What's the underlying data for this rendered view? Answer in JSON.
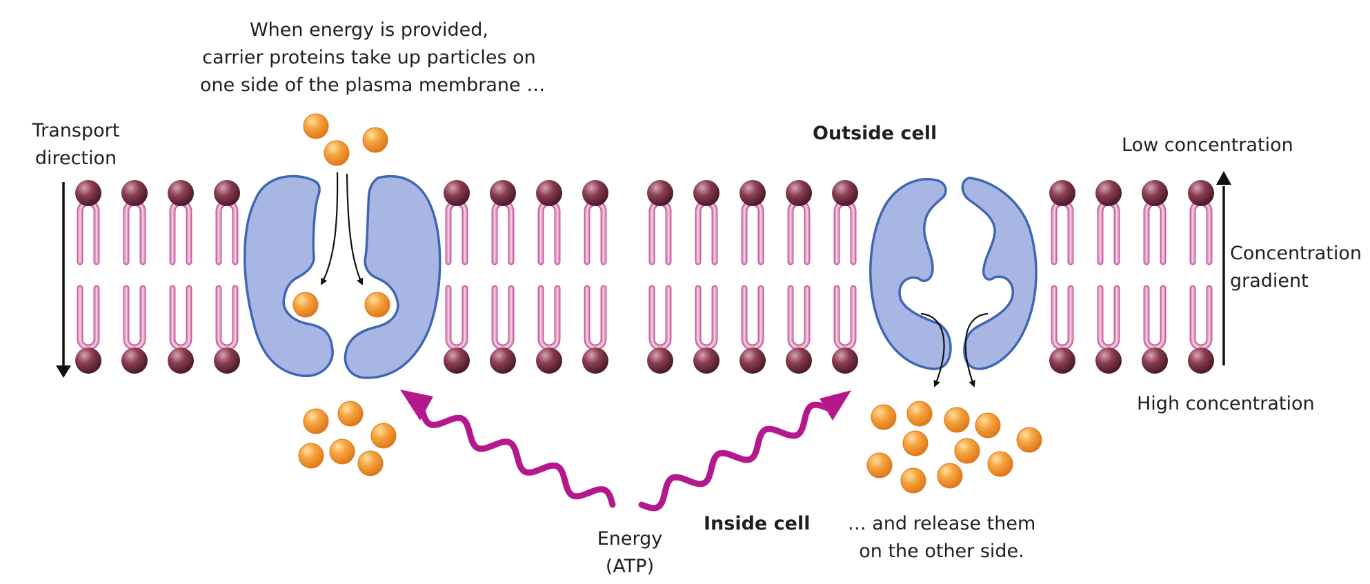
{
  "title_lines": [
    "When energy is provided,",
    "carrier proteins take up particles on",
    "one side of the plasma membrane …"
  ],
  "transport_direction": [
    "Transport",
    "direction"
  ],
  "outside_cell": "Outside cell",
  "inside_cell": "Inside cell",
  "low_concentration": "Low concentration",
  "concentration_gradient": [
    "Concentration",
    "gradient"
  ],
  "high_concentration": "High concentration",
  "energy": [
    "Energy",
    "(ATP)"
  ],
  "release_lines": [
    "… and release them",
    "on the other side."
  ],
  "colors": {
    "lipid_head": "#6e2e3f",
    "lipid_tail": "#e39fc7",
    "carrier_protein": "#a7b6e2",
    "carrier_outline": "#3f66b4",
    "particle": "#f19a3a",
    "energy_arrow": "#b3198c",
    "text": "#1f1f1f"
  },
  "icons": [
    "lipid-head-icon",
    "lipid-tail-icon",
    "carrier-protein-icon",
    "particle-icon",
    "energy-arrow-icon",
    "direction-arrow-icon"
  ]
}
